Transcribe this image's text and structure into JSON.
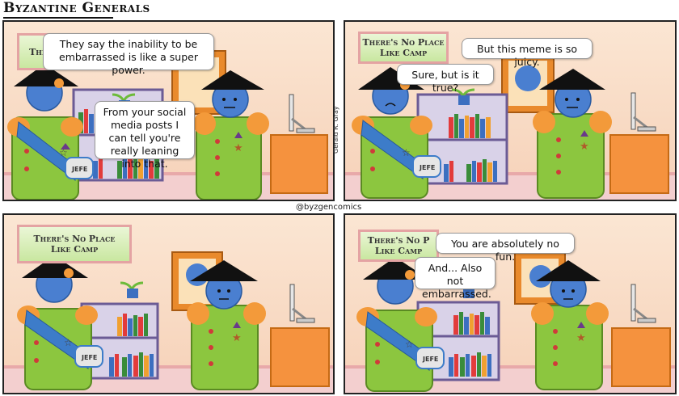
{
  "comic": {
    "title": "Byzantine Generals",
    "credit": "@byzgencomics",
    "signature": "Gerald R. Gray",
    "jefe_label": "JEFE",
    "sign_text_line1": "There's No Place",
    "sign_text_line2": "Like Camp",
    "sign_partial": "The"
  },
  "panels": [
    {
      "bubbles": [
        "They say the inability to be embarrassed is like a super power.",
        "From your social media posts I can tell you're really leaning into that."
      ]
    },
    {
      "bubbles": [
        "But this meme is so juicy.",
        "Sure, but is it true?"
      ]
    },
    {
      "bubbles": []
    },
    {
      "bubbles": [
        "You are absolutely no fun.",
        "And... Also not embarrassed."
      ],
      "sign_partial_line1": "There's No P",
      "sign_partial_line2": "Like Camp"
    }
  ],
  "colors": {
    "wall": "#fbe6d3",
    "floor": "#f1c9c9",
    "uniform": "#8cc63f",
    "sash": "#3d7cc9",
    "head": "#4a7fd0",
    "hat": "#111111",
    "shoulder": "#f39a3a",
    "desk": "#f5923e"
  }
}
